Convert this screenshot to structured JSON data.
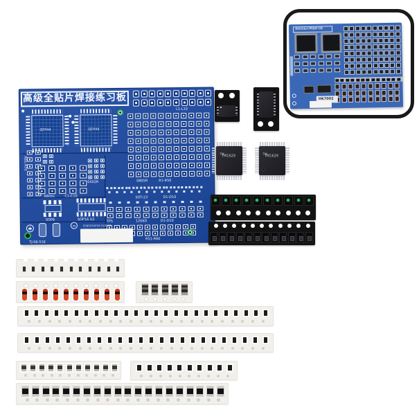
{
  "scene": {
    "description": "SMD soldering practice kit product photo",
    "background": "#ffffff"
  },
  "colors": {
    "pcb_blue": "#1d4aa3",
    "pcb_dark": "#11337c",
    "pad_white": "#edf1fa",
    "silk_white": "#f4f7fd",
    "tape_black": "#131313",
    "paper_tape": "#f2f0ec",
    "led_green": "#3db973",
    "diode_red": "#c23418",
    "chip_body": "#26262b",
    "lead_silver": "#c6cad2"
  },
  "pcb": {
    "title": "高级全贴片焊接练习板",
    "labels": {
      "qfp1": "QFP44",
      "qfp2": "QFP44",
      "left_col": "R61-R70",
      "cap_grid": "0805C",
      "cap_range": "C1-C10",
      "r0402": "0402R",
      "led_range": "L1-L10",
      "r0805_top": "0805R",
      "r_top_range": "R1-R50",
      "sop8": "SOP8",
      "sop16": "SOP16  U2",
      "sot23": "SOT-23",
      "sot_range": "D1-D10",
      "tp": "TP5",
      "d1206": "1206D",
      "d1206_range": "D1-D10",
      "r0805_bottom": "0805R",
      "r_bottom_range": "R51-R60",
      "serial": "838023AP16-210128",
      "model": "TJ-56-516"
    }
  },
  "chips": {
    "qfp_logo": "TM",
    "qfp": [
      {
        "label": "TM1629"
      },
      {
        "label": "TM1629"
      }
    ],
    "sop8_tape": {
      "holes": 2,
      "pins_per_side": 4
    },
    "sop16_tape": {
      "holes": 2,
      "pins_per_side": 8
    }
  },
  "black_strips": {
    "led_strip": {
      "pockets": 10,
      "holes": 10,
      "dot_color": "#3db973"
    },
    "sot23_strip": {
      "pockets": 12,
      "holes": 11
    }
  },
  "paper_strips": [
    {
      "id": "small-chips",
      "components": 11,
      "holes": 10,
      "comp": "chip-small"
    },
    {
      "id": "red-diodes",
      "components": 10,
      "holes": 10,
      "comp": "melf-red"
    },
    {
      "id": "striped-5",
      "components": 5,
      "holes": 5,
      "comp": "chip-striped"
    },
    {
      "id": "long-row-1",
      "components": 25,
      "holes": 24,
      "comp": "chip-0805"
    },
    {
      "id": "long-row-2",
      "components": 24,
      "holes": 24,
      "comp": "chip-0805"
    },
    {
      "id": "mid-row-1",
      "components": 11,
      "holes": 11,
      "comp": "chip-resistor"
    },
    {
      "id": "mid-row-2",
      "components": 10,
      "holes": 10,
      "comp": "chip-0805"
    },
    {
      "id": "row-1206",
      "components": 20,
      "holes": 20,
      "comp": "chip-1206"
    }
  ],
  "inset": {
    "title": "高级全贴片焊接练习板",
    "board_label": "HK7002",
    "board_color": "#3b68b6",
    "qfp_chips": 2,
    "right_grid": {
      "cols": 10,
      "rows": 8
    },
    "mid_grid": {
      "cols": 6,
      "rows": 3
    },
    "bottom_grid": {
      "cols": 10,
      "rows": 3
    },
    "diode_row": 13
  }
}
